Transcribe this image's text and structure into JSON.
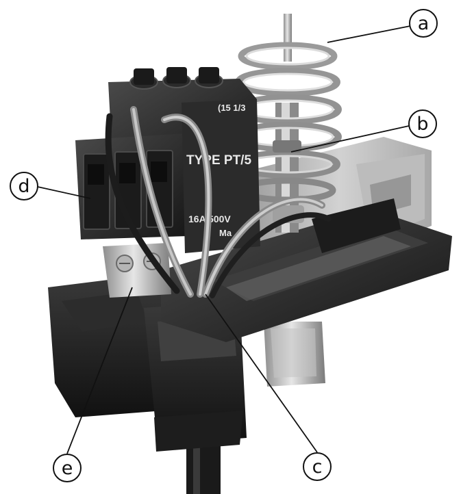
{
  "figure": {
    "subject": "pressure-switch-photo",
    "callouts": [
      {
        "id": "a",
        "label": "a"
      },
      {
        "id": "b",
        "label": "b"
      },
      {
        "id": "c",
        "label": "c"
      },
      {
        "id": "d",
        "label": "d"
      },
      {
        "id": "e",
        "label": "e"
      }
    ],
    "terminal_markings": {
      "line1": "(15 1/3",
      "line2": "TYPE PT/5",
      "line3": "16A 500V",
      "line4": "Ma"
    }
  },
  "colors": {
    "callout_stroke": "#111111",
    "background": "#ffffff",
    "metal_light": "#d9d9d9",
    "plastic_dark": "#262626"
  }
}
